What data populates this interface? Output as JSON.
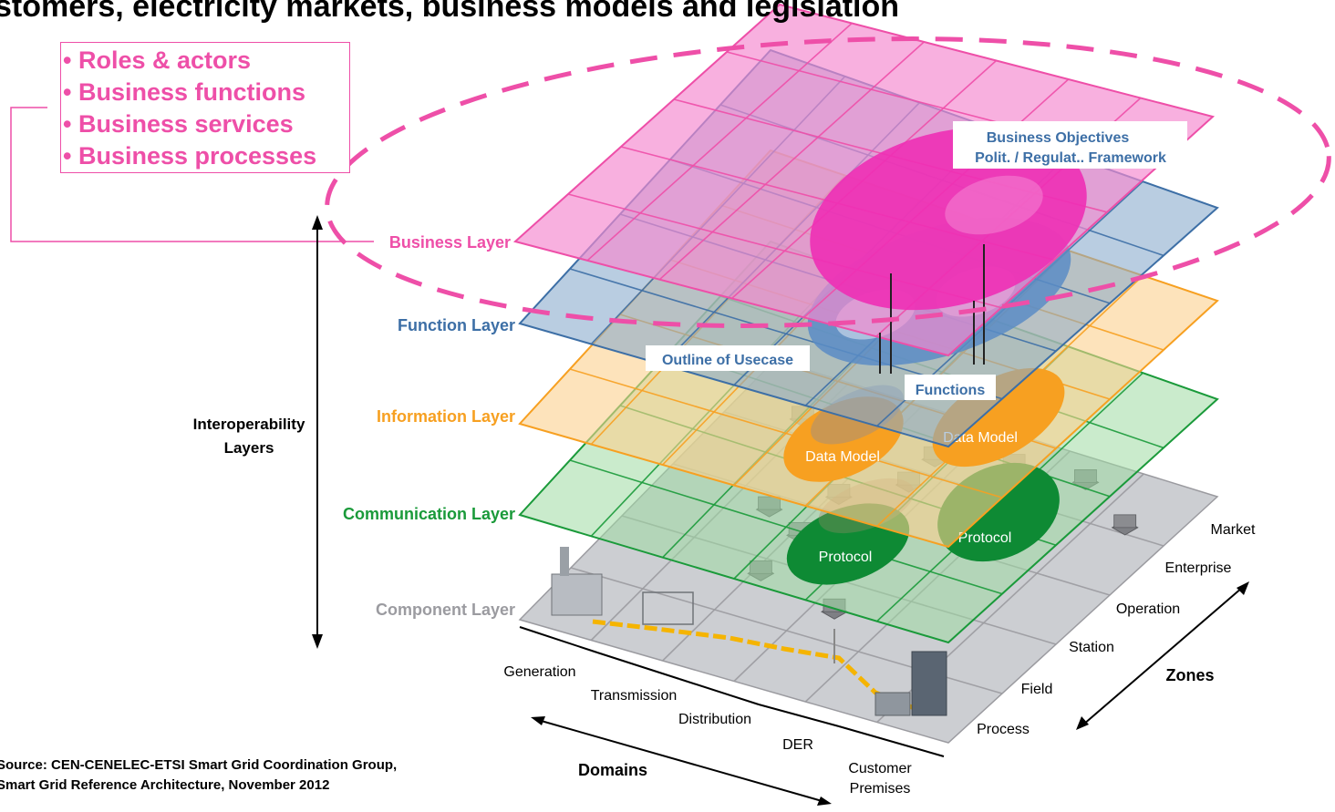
{
  "title": "stomers, electricity markets, business models and legislation",
  "business_bullets": [
    "Roles & actors",
    "Business functions",
    "Business services",
    "Business processes"
  ],
  "layers": [
    {
      "label": "Business Layer",
      "color": "#ee4fa8"
    },
    {
      "label": "Function Layer",
      "color": "#3d6fa6"
    },
    {
      "label": "Information Layer",
      "color": "#f7a021"
    },
    {
      "label": "Communication Layer",
      "color": "#1a9a3a"
    },
    {
      "label": "Component Layer",
      "color": "#9b9ba0"
    }
  ],
  "axis_label": [
    "Interoperability",
    "Layers"
  ],
  "callouts": {
    "business_objectives": [
      "Business Objectives",
      "Polit. / Regulat.. Framework"
    ],
    "outline_usecase": "Outline of Usecase",
    "functions": "Functions"
  },
  "ellipses": {
    "data_model_left": "Data Model",
    "data_model_right": "Data Model",
    "protocol_left": "Protocol",
    "protocol_right": "Protocol"
  },
  "domains": [
    "Generation",
    "Transmission",
    "Distribution",
    "DER",
    "Customer\nPremises"
  ],
  "domains_label": "Domains",
  "zones": [
    "Market",
    "Enterprise",
    "Operation",
    "Station",
    "Field",
    "Process"
  ],
  "zones_label": "Zones",
  "source": [
    "Source: CEN-CENELEC-ETSI Smart Grid Coordination Group,",
    "Smart Grid Reference Architecture, November 2012"
  ]
}
